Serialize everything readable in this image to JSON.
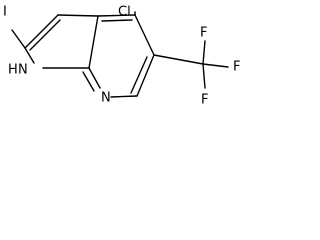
{
  "diagram": {
    "type": "chemical-structure",
    "atoms": {
      "iodine": "I",
      "chlorine": "Cl",
      "nitrogen_h": "H",
      "nitrogen_ring_5": "N",
      "nitrogen_ring_6": "N",
      "fluorine_top": "F",
      "fluorine_right": "F",
      "fluorine_bottom": "F"
    }
  }
}
